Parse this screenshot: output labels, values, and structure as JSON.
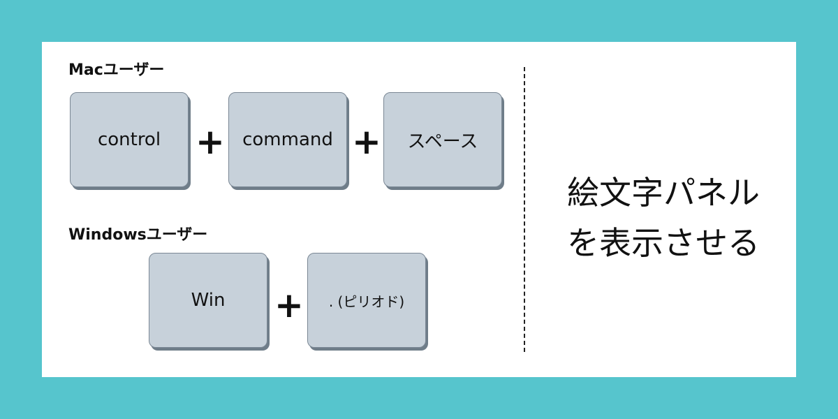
{
  "mac": {
    "label": "Macユーザー",
    "keys": [
      "control",
      "command",
      "スペース"
    ]
  },
  "windows": {
    "label": "Windowsユーザー",
    "keys": [
      "Win",
      ". (ピリオド)"
    ]
  },
  "plus_symbol": "+",
  "headline": {
    "line1": "絵文字パネル",
    "line2": "を表示させる"
  },
  "colors": {
    "background": "#56c5cd",
    "card": "#ffffff",
    "key_fill": "#c7d1da",
    "key_shadow": "#6f7d89"
  }
}
